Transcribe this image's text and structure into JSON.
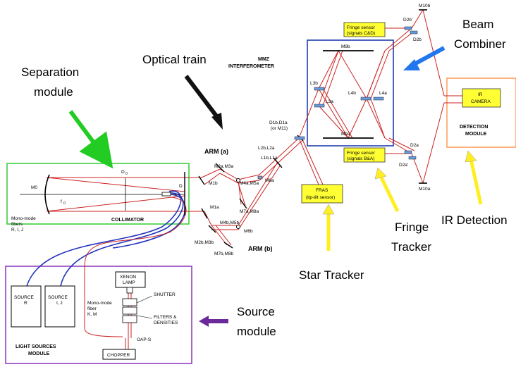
{
  "callouts": {
    "separation_line1": "Separation",
    "separation_line2": "module",
    "optical_train": "Optical train",
    "beam_line1": "Beam",
    "beam_line2": "Combiner",
    "star_tracker": "Star Tracker",
    "fringe_line1": "Fringe",
    "fringe_line2": "Tracker",
    "ir_detection": "IR Detection",
    "source_line1": "Source",
    "source_line2": "module"
  },
  "labels": {
    "mmz_line1": "MMZ",
    "mmz_line2": "INTERFEROMETER",
    "arm_a": "ARM (a)",
    "arm_b": "ARM (b)",
    "collimator": "COLLIMATOR",
    "mono_fibers_1": "Mono-mode",
    "mono_fibers_2": "fibers",
    "mono_fibers_3": "R, I, J",
    "m0": "M0",
    "d0": "D",
    "d0_sub": "0",
    "f0": "f",
    "f0_sub": "0",
    "d": "D",
    "m1b": "M1b",
    "m1a": "M1a",
    "m2a_m3a": "M2a,M3a",
    "m4a_m5a": "M4a,M5a",
    "m6a": "M6a",
    "m7a_m8a": "M7a,M8a",
    "m4b_m5b": "M4b,M5b",
    "m6b": "M6b",
    "m2b_m3b": "M2b,M3b",
    "m7b_m8b": "M7b,M8b",
    "l2b_l2a": "L2b,L2a",
    "l1b_l1a": "L1b,L1a",
    "d1b_d1a": "D1b,D1a",
    "or_m11": "(or M11)",
    "m9b": "M9b",
    "m9a": "M9a",
    "l3b": "L3b",
    "l3a": "L3a",
    "l4b": "L4b",
    "l4a": "L4a",
    "d2b_prime": "D2b'",
    "d2b": "D2b",
    "m10b": "M10b",
    "d2a": "D2a",
    "d2a_prime": "D2a'",
    "m10a": "M10a",
    "fringe_cd_1": "Fringe sensor",
    "fringe_cd_2": "(signals C&D)",
    "fringe_ba_1": "Fringe sensor",
    "fringe_ba_2": "(signals B&A)",
    "fras_1": "FRAS",
    "fras_2": "(tip-tilt sensor)",
    "ir_camera_1": "IR",
    "ir_camera_2": "CAMERA",
    "detection_1": "DETECTION",
    "detection_2": "MODULE",
    "source_r_1": "SOURCE",
    "source_r_2": "R",
    "source_ij_1": "SOURCE",
    "source_ij_2": "I, J",
    "light_sources_1": "LIGHT SOURCES",
    "light_sources_2": "MODULE",
    "xenon_1": "XENON",
    "xenon_2": "LAMP",
    "shutter": "SHUTTER",
    "filters_1": "FILTERS &",
    "filters_2": "DENSITIES",
    "mono_fiber_1": "Mono-mode",
    "mono_fiber_2": "fiber",
    "mono_fiber_3": "K, M",
    "oap": "OAP-S",
    "chopper": "CHOPPER"
  },
  "colors": {
    "separation_arrow": "#22cc22",
    "optical_arrow": "#111111",
    "beam_arrow": "#2277ee",
    "tracker_arrow": "#ffee22",
    "source_arrow": "#6a2a9a",
    "collimator_box": "#33cc33",
    "source_box": "#8833bb",
    "interferometer_box": "#1133aa",
    "detection_box": "#ff9955",
    "beam": "#cc2222",
    "fiber": "#2233bb"
  }
}
